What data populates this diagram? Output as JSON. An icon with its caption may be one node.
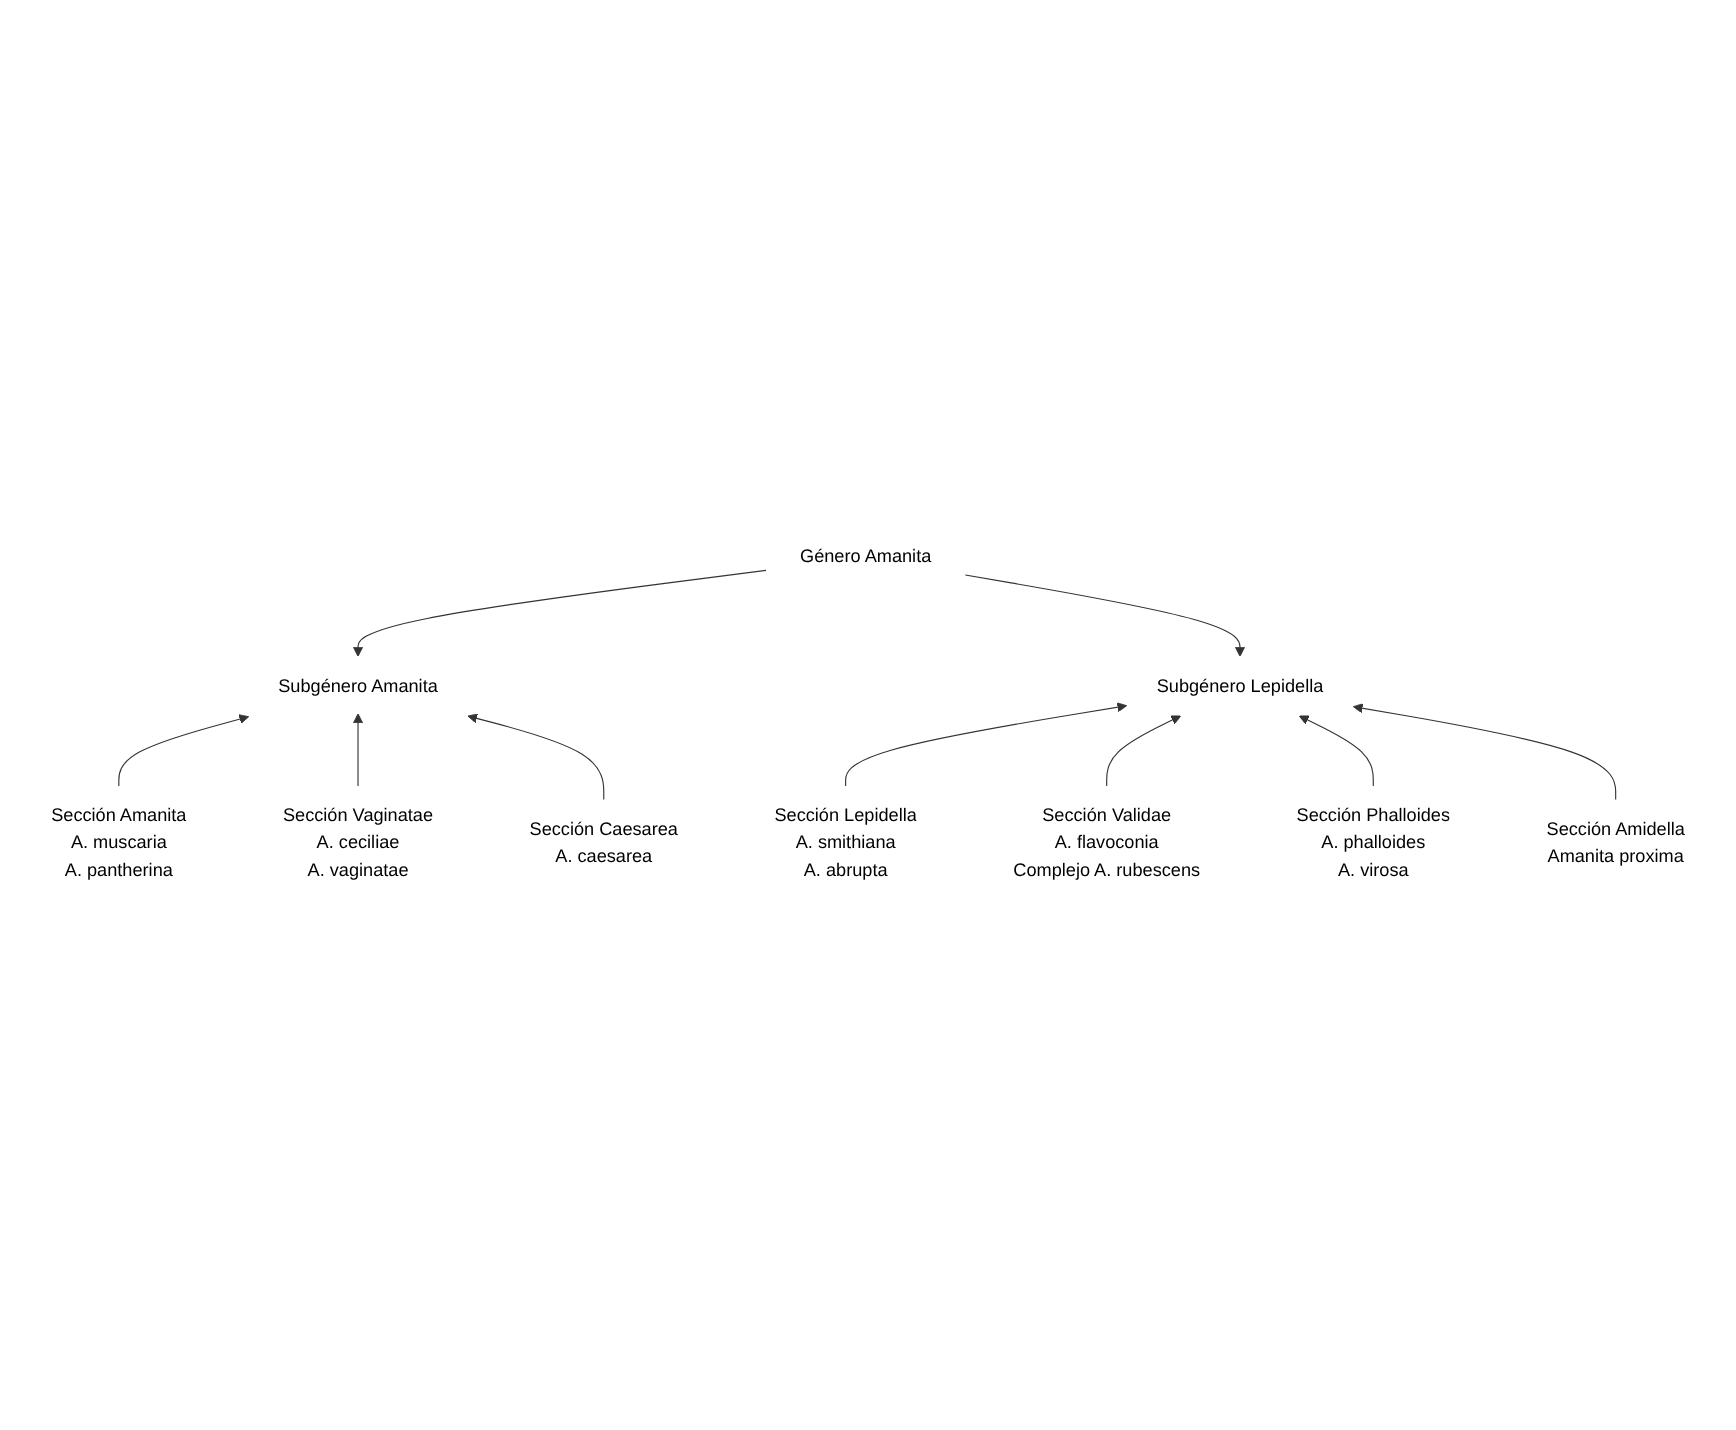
{
  "diagram": {
    "nodes": [
      {
        "text": [
          "Género Amanita"
        ]
      },
      {
        "text": [
          "Subgénero Amanita"
        ]
      },
      {
        "text": [
          "Subgénero Lepidella"
        ]
      },
      {
        "text": [
          "Sección Amanita",
          "A. muscaria",
          "A. pantherina"
        ]
      },
      {
        "text": [
          "Sección Vaginatae",
          "A. ceciliae",
          "A. vaginatae"
        ]
      },
      {
        "text": [
          "Sección Caesarea",
          "A. caesarea"
        ]
      },
      {
        "text": [
          "Sección Lepidella",
          "A. smithiana",
          "A. abrupta"
        ]
      },
      {
        "text": [
          "Sección Validae",
          "A. flavoconia",
          "Complejo A. rubescens"
        ]
      },
      {
        "text": [
          "Sección Phalloides",
          "A. phalloides",
          "A. virosa"
        ]
      },
      {
        "text": [
          "Sección Amidella",
          "Amanita proxima"
        ]
      }
    ],
    "edges": [
      {
        "from": 0,
        "to": 1,
        "arrow": "to"
      },
      {
        "from": 0,
        "to": 2,
        "arrow": "to"
      },
      {
        "from": 3,
        "to": 1,
        "arrow": "to"
      },
      {
        "from": 4,
        "to": 1,
        "arrow": "to"
      },
      {
        "from": 5,
        "to": 1,
        "arrow": "to"
      },
      {
        "from": 6,
        "to": 2,
        "arrow": "to"
      },
      {
        "from": 7,
        "to": 2,
        "arrow": "to"
      },
      {
        "from": 8,
        "to": 2,
        "arrow": "to"
      },
      {
        "from": 9,
        "to": 2,
        "arrow": "to"
      }
    ]
  }
}
